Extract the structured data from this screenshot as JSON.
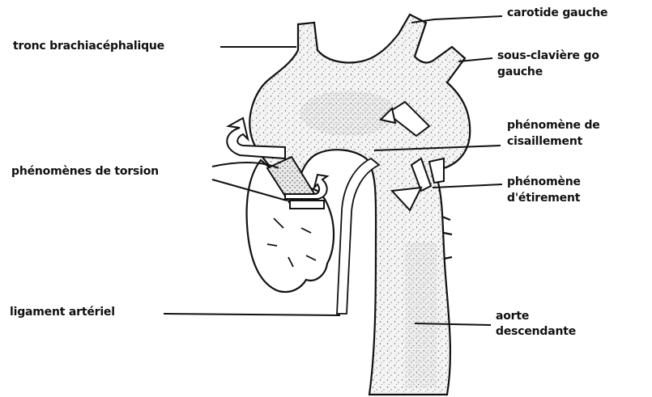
{
  "labels": {
    "tronc_brachiocephalique": "tronc brachiacéphalique",
    "carotide_gauche": "carotide gauche",
    "sous_claviere_line1": "sous-clavière go",
    "sous_claviere_line2": "gauche",
    "cisaillement_line1": "phénomène de",
    "cisaillement_line2": "cisaillement",
    "torsion": "phénomènes de torsion",
    "etirement_line1": "phénomène",
    "etirement_line2": "d'étirement",
    "ligament": "ligament artériel",
    "aorte_line1": "aorte",
    "aorte_line2": "descendante"
  },
  "colors": {
    "ink": "#111111",
    "fill": "#f4f4f4",
    "stipple": "#555555"
  }
}
